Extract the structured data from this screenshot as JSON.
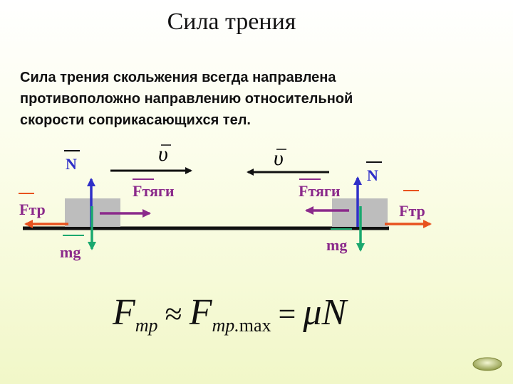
{
  "slide": {
    "title": "Сила трения",
    "description_lines": [
      "Сила трения скольжения всегда направлена",
      "противоположно направлению относительной",
      "скорости соприкасающихся тел."
    ]
  },
  "diagram": {
    "labels": {
      "normal": "N",
      "friction": "Fтр",
      "traction": "Fтяги",
      "gravity": "mg",
      "velocity": "υ"
    },
    "colors": {
      "normal": "#2f2fc8",
      "friction": "#e8521e",
      "traction": "#8b2a8b",
      "gravity": "#1aa86e",
      "velocity": "#111111",
      "block": "#bdbdbd",
      "surface": "#111111"
    }
  },
  "formula": {
    "F": "F",
    "sub_tr": "тр",
    "approx": "≈",
    "sub_max_word": "тр.",
    "sub_max": "max",
    "equals": "=",
    "mu": "μ",
    "N": "N"
  }
}
